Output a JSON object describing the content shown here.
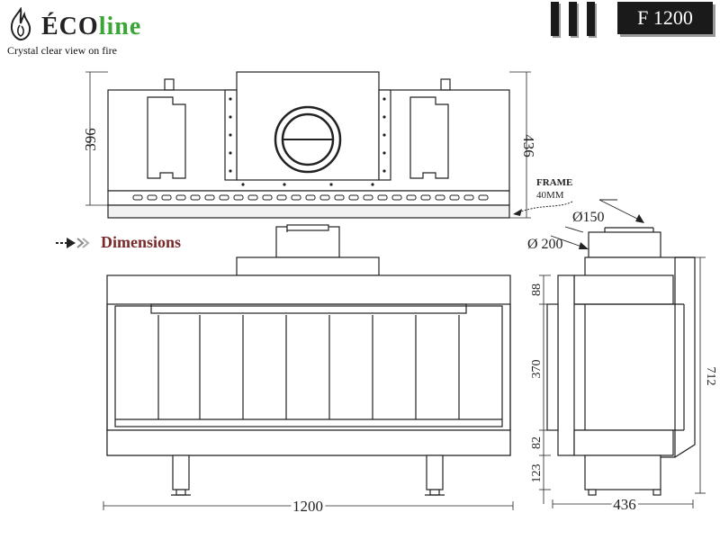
{
  "brand": {
    "eco": "ÉCO",
    "line": "line",
    "tagline": "Crystal clear view on fire",
    "colors": {
      "eco": "#222222",
      "line": "#3aa635",
      "flame": "#222222"
    }
  },
  "model": "F 1200",
  "section_title": "Dimensions",
  "dimensions": {
    "top_left_height": "396",
    "top_right_height": "436",
    "frame_label": "FRAME",
    "frame_size": "40MM",
    "outer_flue": "Ø 200",
    "inner_flue": "Ø150",
    "width": "1200",
    "depth": "436",
    "total_height": "712",
    "seg_top": "88",
    "seg_glass": "370",
    "seg_bottom": "82",
    "seg_legs": "123"
  }
}
